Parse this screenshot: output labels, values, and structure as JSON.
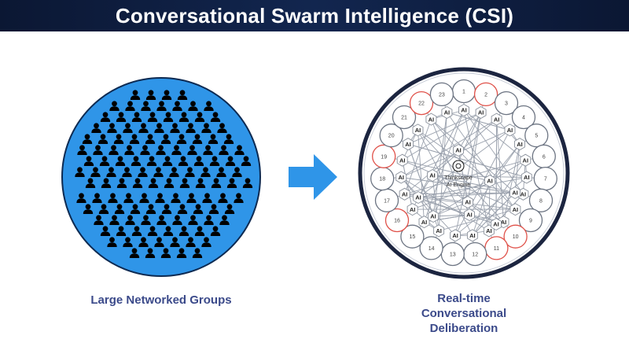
{
  "title": "Conversational Swarm Intelligence (CSI)",
  "left_caption": "Large Networked Groups",
  "right_caption": [
    "Real-time",
    "Conversational",
    "Deliberation"
  ],
  "engine_label": [
    "Thinkscape",
    "AI Engine"
  ],
  "ai_label": "AI",
  "group_numbers": [
    "1",
    "2",
    "3",
    "4",
    "5",
    "6",
    "7",
    "8",
    "9",
    "10",
    "11",
    "12",
    "13",
    "14",
    "15",
    "16",
    "17",
    "18",
    "19",
    "20",
    "21",
    "22",
    "23"
  ],
  "colors": {
    "header_bg": "#0f1f43",
    "crowd_fill": "#2f95e8",
    "arrow_fill": "#2f95e8",
    "caption_text": "#3b4a8a",
    "network_ring": "#1c2540",
    "highlight_node": "#e0524a"
  }
}
